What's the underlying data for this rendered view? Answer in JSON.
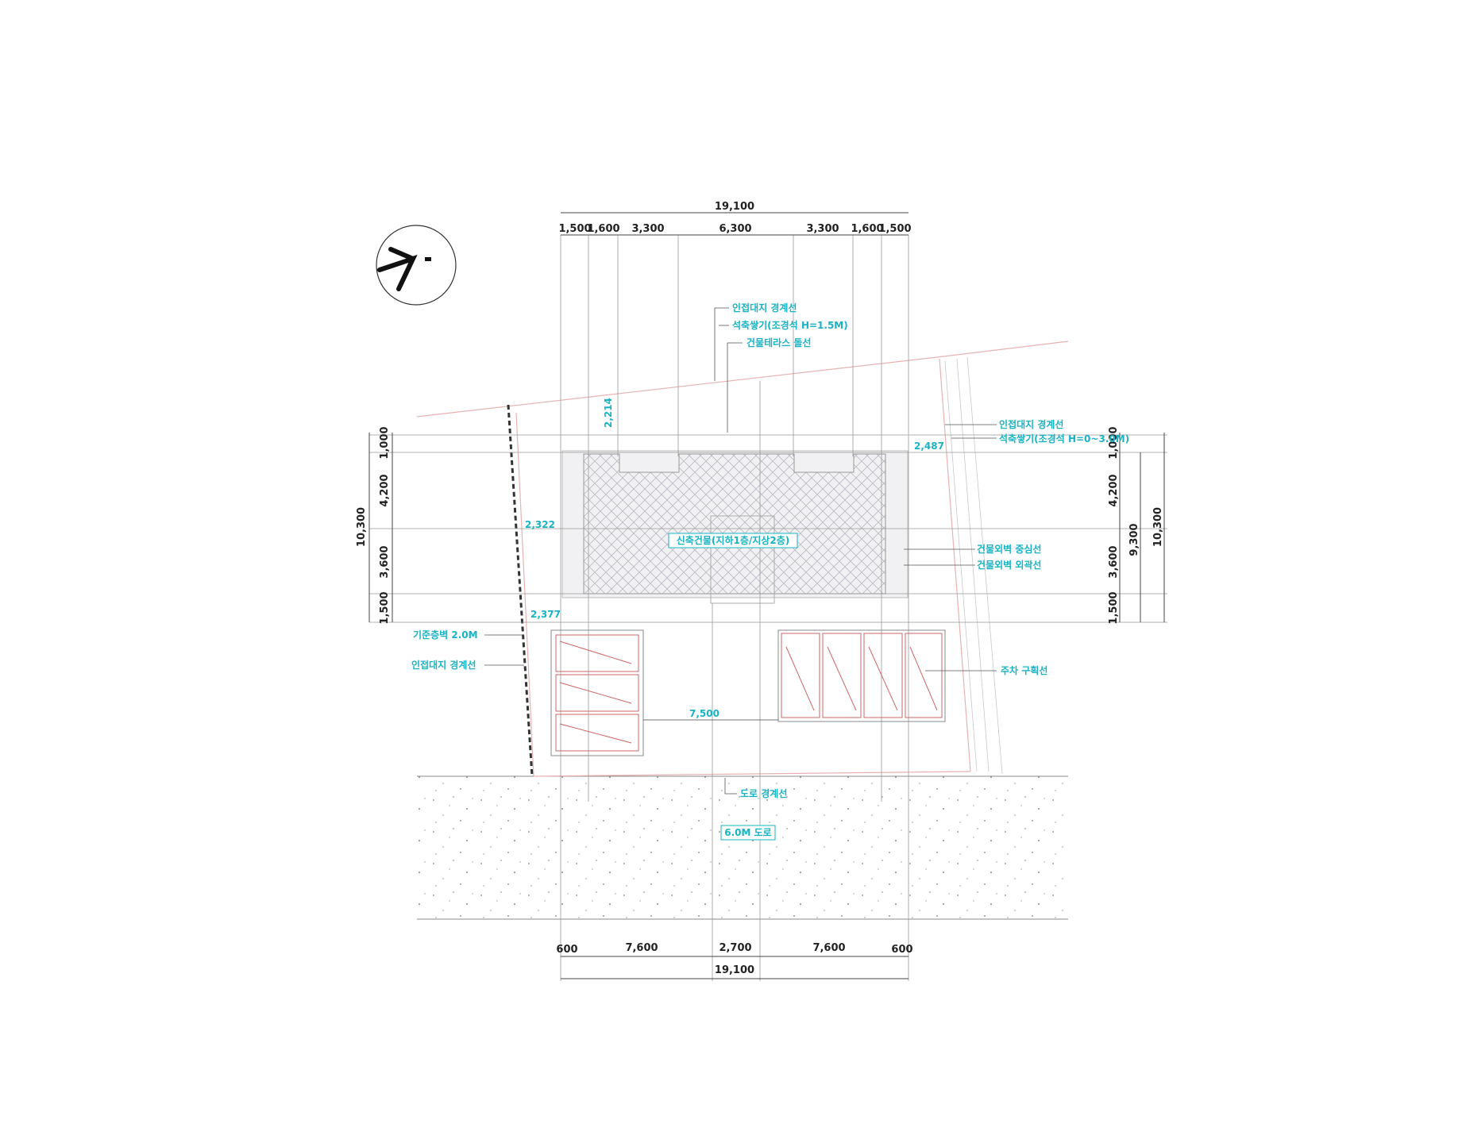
{
  "drawing": {
    "top_total": "19,100",
    "top_segments": [
      "1,500",
      "1,600",
      "3,300",
      "6,300",
      "3,300",
      "1,600",
      "1,500"
    ],
    "bottom_total": "19,100",
    "bottom_segments": [
      "600",
      "7,600",
      "2,700",
      "7,600",
      "600"
    ],
    "left_total": "10,300",
    "left_segments": [
      "1,000",
      "4,200",
      "3,600",
      "1,500"
    ],
    "right_total": "10,300",
    "right_sub": "9,300",
    "right_segments": [
      "1,000",
      "4,200",
      "3,600",
      "1,500"
    ],
    "setbacks": {
      "north": "2,214",
      "north_east": "2,487",
      "west_upper": "2,322",
      "west_lower": "2,377",
      "parking_width": "7,500"
    },
    "labels": {
      "adjacent_boundary_top": "인접대지 경계선",
      "retaining_wall_top": "석축쌓기(조경석 H=1.5M)",
      "building_balcony_line": "건물테라스 돌선",
      "adjacent_boundary_right": "인접대지 경계선",
      "retaining_wall_right": "석축쌓기(조경석 H=0~3.0M)",
      "building_name": "신축건물(지하1층/지상2층)",
      "wall_center_line": "건물외벽 중심선",
      "wall_outer_line": "건물외벽 외곽선",
      "setback_standard": "기준층벽 2.0M",
      "adjacent_boundary_left": "인접대지 경계선",
      "parking_line": "주차 구획선",
      "road_boundary": "도로 경계선",
      "road_width": "6.0M 도로"
    }
  }
}
